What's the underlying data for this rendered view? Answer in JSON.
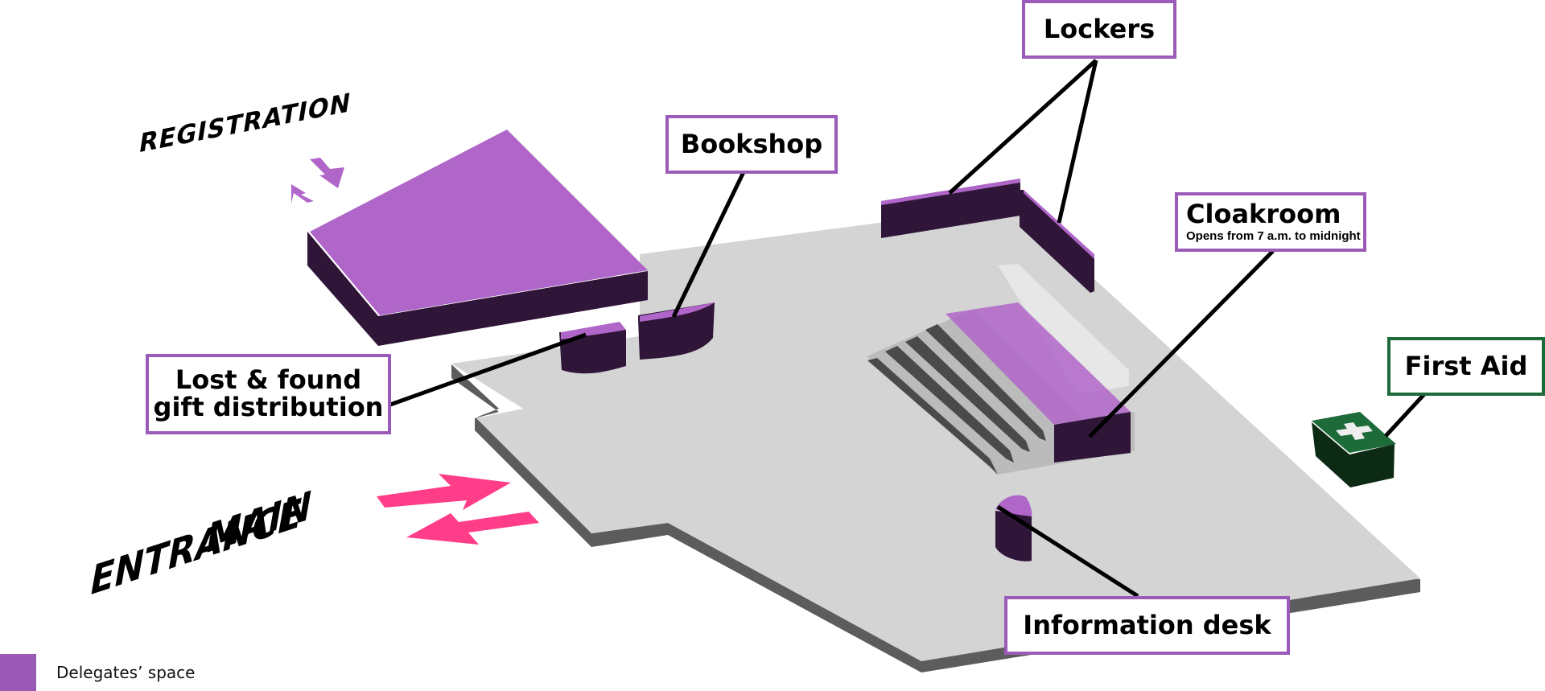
{
  "map": {
    "colors": {
      "delegates_space": "#b066c9",
      "delegates_space_side": "#2f1538",
      "floor": "#d4d4d4",
      "floor_edge": "#5c5c5c",
      "entrance_arrows": "#ff3d89",
      "first_aid": "#1e6b3a",
      "label_border": "#9b5bb8"
    },
    "areas": {
      "registration": "REGISTRATION",
      "main_entrance_line1": "MAIN",
      "main_entrance_line2": "ENTRANCE"
    },
    "labels": {
      "lockers": "Lockers",
      "bookshop": "Bookshop",
      "cloakroom": "Cloakroom",
      "cloakroom_hours": "Opens from 7 a.m. to midnight",
      "first_aid": "First Aid",
      "lost_found_line1": "Lost & found",
      "lost_found_line2": "gift distribution",
      "information_desk": "Information desk"
    },
    "icons": {
      "registration_arrows": "two-way-arrows-icon",
      "entrance_arrows": "two-way-arrows-icon",
      "first_aid": "first-aid-kit-icon"
    },
    "legend": {
      "items": [
        {
          "label": "Delegates’ space",
          "color": "#9b59b6"
        }
      ]
    }
  }
}
